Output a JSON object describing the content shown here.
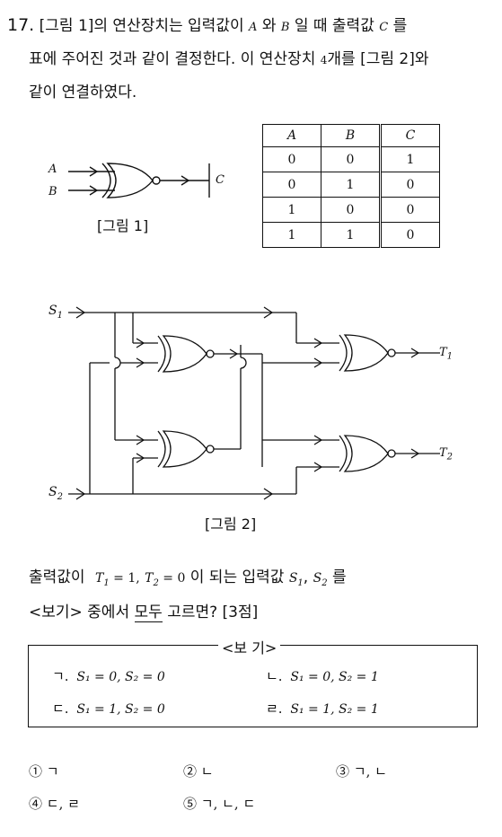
{
  "question": {
    "number": "17.",
    "line1_a": "[그림 1]의 연산장치는 입력값이",
    "var_a": "A",
    "line1_b": "와",
    "var_b": "B",
    "line1_c": "일 때 출력값",
    "var_c": "C",
    "line1_d": "를",
    "line2": "표에 주어진 것과 같이 결정한다. 이 연산장치",
    "line2_num": "4",
    "line2_b": "개를 [그림 2]와",
    "line3": "같이 연결하였다."
  },
  "figure1": {
    "caption": "[그림 1]",
    "input_a": "A",
    "input_b": "B",
    "output": "C"
  },
  "truth_table": {
    "headers": [
      "A",
      "B",
      "C"
    ],
    "rows": [
      [
        "0",
        "0",
        "1"
      ],
      [
        "0",
        "1",
        "0"
      ],
      [
        "1",
        "0",
        "0"
      ],
      [
        "1",
        "1",
        "0"
      ]
    ]
  },
  "figure2": {
    "caption": "[그림 2]",
    "s1": "S",
    "s1_sub": "1",
    "s2": "S",
    "s2_sub": "2",
    "t1": "T",
    "t1_sub": "1",
    "t2": "T",
    "t2_sub": "2"
  },
  "prompt": {
    "line1_a": "출력값이",
    "cond1": "T",
    "cond1_sub": "1",
    "cond1_val": " = 1,",
    "cond2": "T",
    "cond2_sub": "2",
    "cond2_val": " = 0",
    "line1_b": "이 되는 입력값",
    "in1": "S",
    "in1_sub": "1",
    "comma": ",",
    "in2": "S",
    "in2_sub": "2",
    "line1_c": "를",
    "line2_a": "<보기> 중에서",
    "line2_ul": "모두",
    "line2_b": "고르면? [3점]"
  },
  "bogi": {
    "title": "<보  기>",
    "items": [
      {
        "mark": "ㄱ.",
        "text": "S₁ = 0,  S₂ = 0"
      },
      {
        "mark": "ㄴ.",
        "text": "S₁ = 0,  S₂ = 1"
      },
      {
        "mark": "ㄷ.",
        "text": "S₁ = 1,  S₂ = 0"
      },
      {
        "mark": "ㄹ.",
        "text": "S₁ = 1,  S₂ = 1"
      }
    ]
  },
  "options": [
    "① ㄱ",
    "② ㄴ",
    "③ ㄱ, ㄴ",
    "④ ㄷ, ㄹ",
    "⑤ ㄱ, ㄴ, ㄷ"
  ]
}
